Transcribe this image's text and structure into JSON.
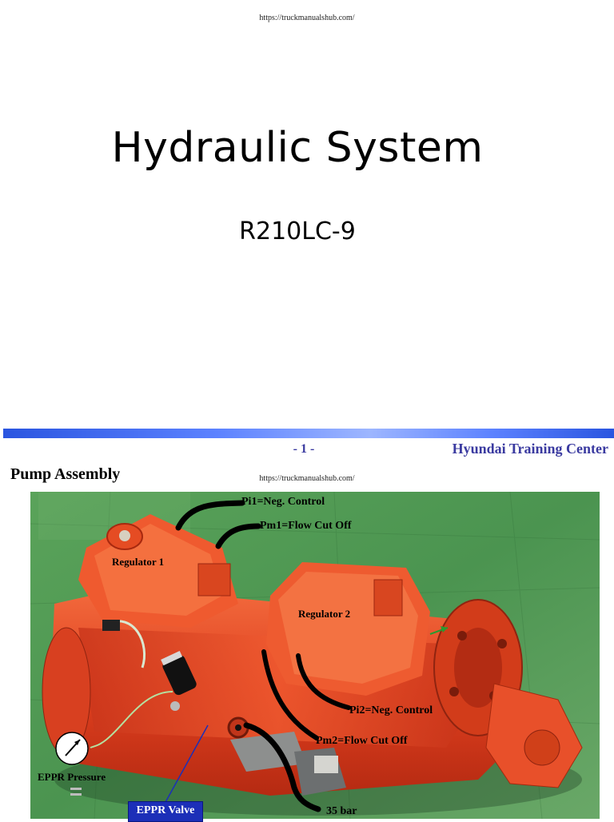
{
  "header": {
    "url": "https://truckmanualshub.com/"
  },
  "cover": {
    "title": "Hydraulic System",
    "subtitle": "R210LC-9"
  },
  "footer": {
    "page": "- 1 -",
    "org": "Hyundai Training Center"
  },
  "second_page": {
    "url": "https://truckmanualshub.com/",
    "title": "Pump Assembly",
    "labels": {
      "pi1": "Pi1=Neg. Control",
      "pm1": "Pm1=Flow Cut Off",
      "regulator1": "Regulator  1",
      "regulator2": "Regulator  2",
      "pi2": "Pi2=Neg. Control",
      "pm2": "Pm2=Flow Cut Off",
      "eppr_pressure": "EPPR Pressure",
      "eppr_valve": "EPPR Valve",
      "bar35": "35 bar"
    }
  },
  "colors": {
    "accent_text": "#3a3aa0",
    "footer_bar": "#5c82ff",
    "pump_body": "#e0401f",
    "floor": "#4f9a50",
    "eppr_valve_box": "#1c2fb8"
  }
}
